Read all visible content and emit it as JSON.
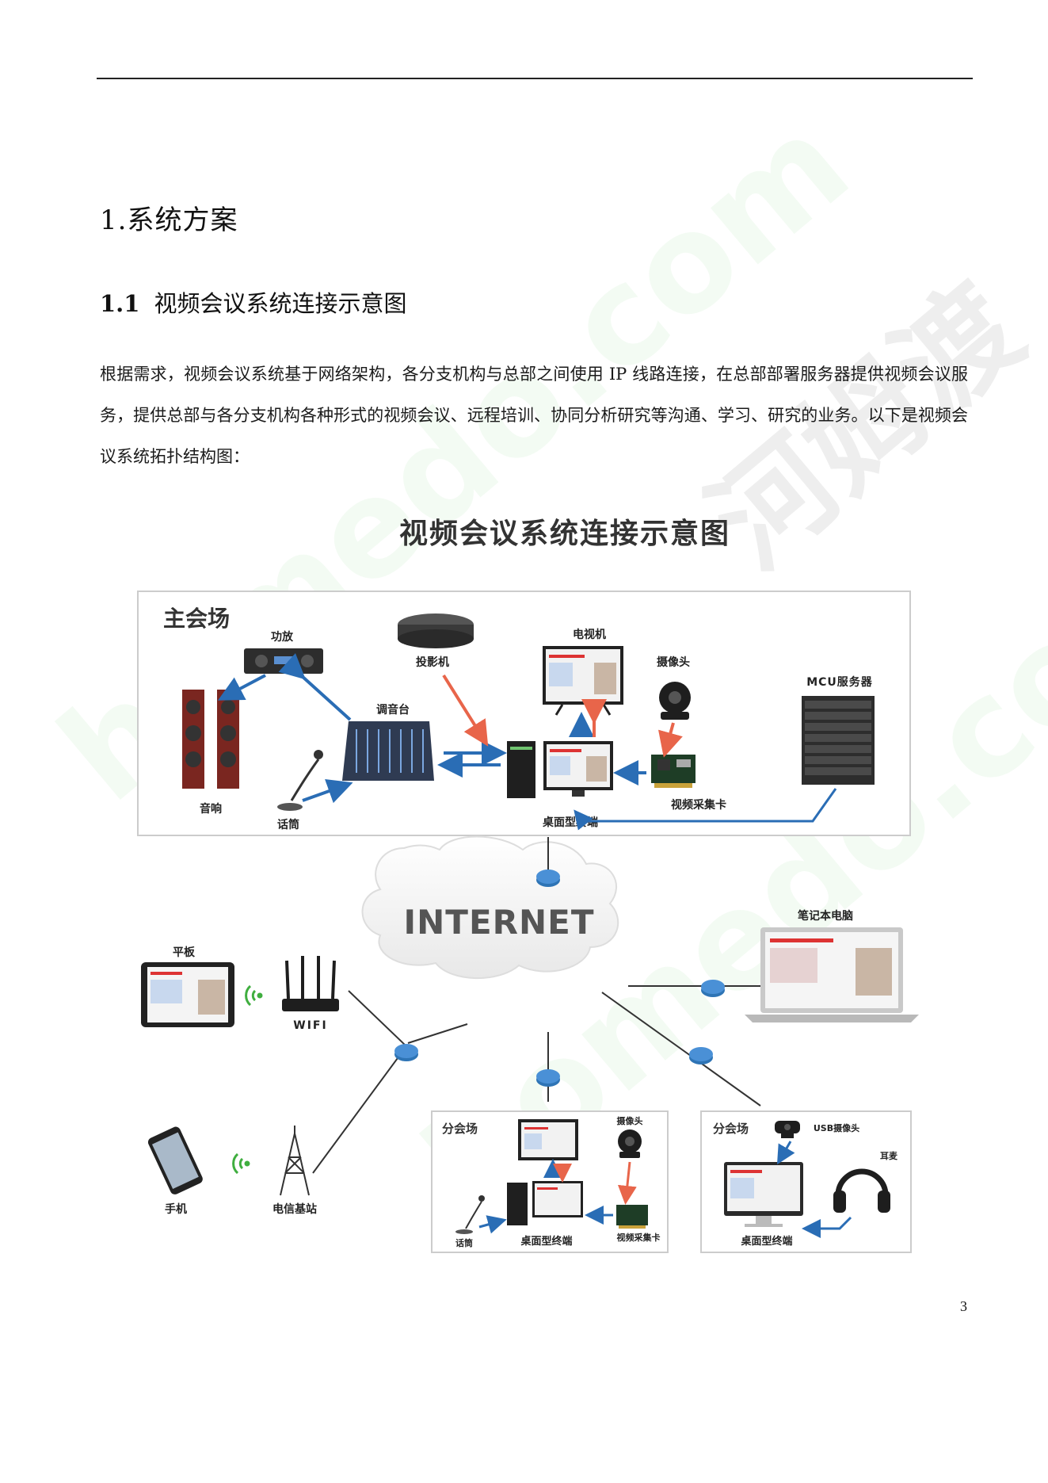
{
  "heading1": "1.系统方案",
  "heading2": {
    "number": "1.1",
    "text": "视频会议系统连接示意图"
  },
  "paragraph": "根据需求，视频会议系统基于网络架构，各分支机构与总部之间使用 IP 线路连接，在总部部署服务器提供视频会议服务，提供总部与各分支机构各种形式的视频会议、远程培训、协同分析研究等沟通、学习、研究的业务。以下是视频会议系统拓扑结构图：",
  "diagram": {
    "title": "视频会议系统连接示意图",
    "main_venue": {
      "label": "主会场",
      "amplifier": "功放",
      "projector": "投影机",
      "tv": "电视机",
      "camera": "摄像头",
      "mcu": "MCU服务器",
      "mixer": "调音台",
      "speakers": "音响",
      "microphone": "话筒",
      "desktop": "桌面型终端",
      "capture_card": "视频采集卡"
    },
    "internet": "INTERNET",
    "laptop": "笔记本电脑",
    "tablet": "平板",
    "wifi": "WIFI",
    "phone": "手机",
    "base_station": "电信基站",
    "branch1": {
      "label": "分会场",
      "camera": "摄像头",
      "microphone": "话筒",
      "desktop": "桌面型终端",
      "capture_card": "视频采集卡"
    },
    "branch2": {
      "label": "分会场",
      "usb_camera": "USB摄像头",
      "headset": "耳麦",
      "desktop": "桌面型终端"
    },
    "colors": {
      "arrow_blue": "#2a6db5",
      "arrow_red": "#e8654a",
      "router": "#2e74b5",
      "wifi_green": "#3fae3f"
    }
  },
  "page_number": "3",
  "watermarks": {
    "site": "homedo.com",
    "brand": "河姆渡"
  }
}
